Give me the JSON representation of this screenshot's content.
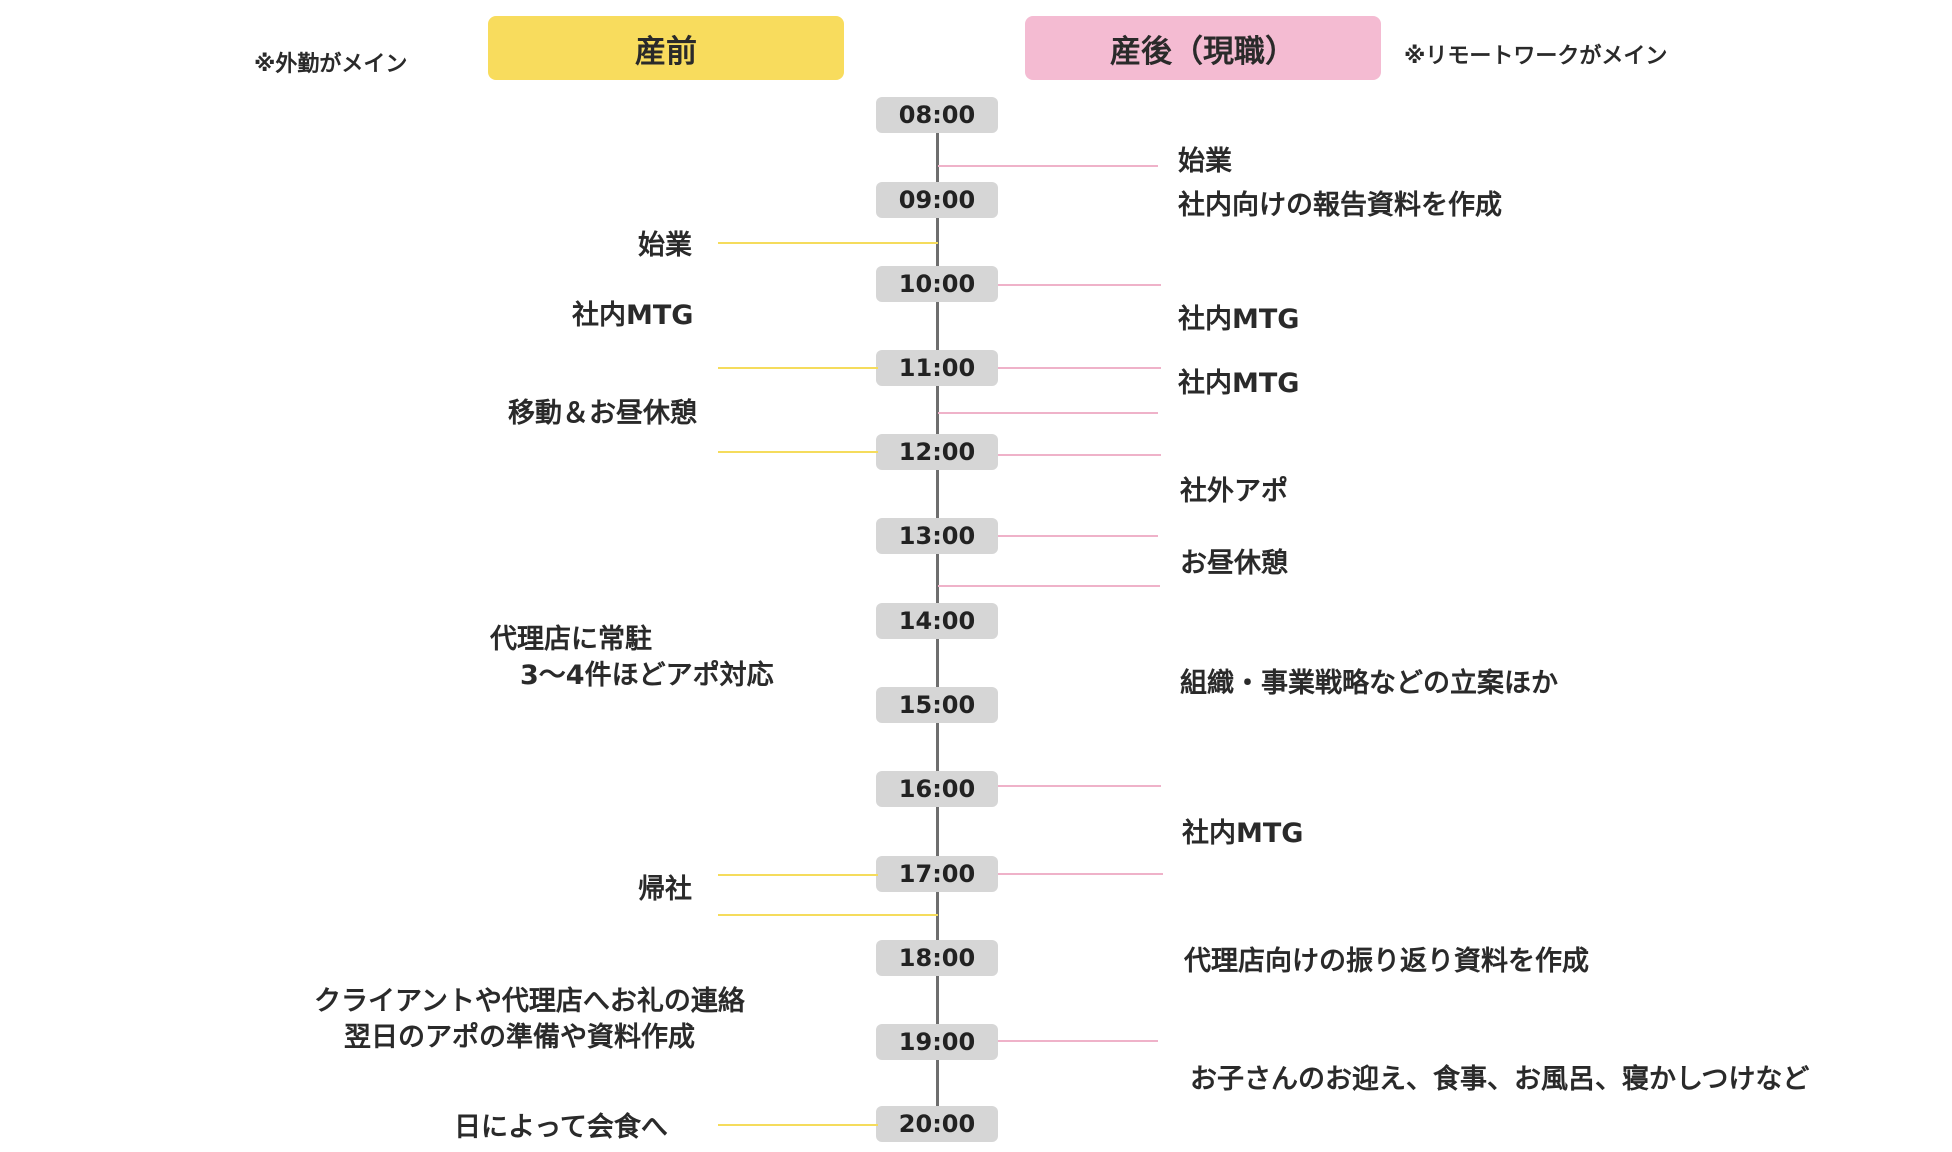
{
  "colors": {
    "before_header": "#f8dc5d",
    "after_header": "#f4bbd2",
    "before_line": "#f5dc5c",
    "after_line": "#efb2c9"
  },
  "header": {
    "before_title": "産前",
    "after_title": "産後（現職）",
    "before_note": "※外勤がメイン",
    "after_note": "※リモートワークがメイン"
  },
  "times": [
    "08:00",
    "09:00",
    "10:00",
    "11:00",
    "12:00",
    "13:00",
    "14:00",
    "15:00",
    "16:00",
    "17:00",
    "18:00",
    "19:00",
    "20:00"
  ],
  "before": {
    "start": "始業",
    "mtg": "社内MTG",
    "lunch": "移動＆お昼休憩",
    "agency_1": "代理店に常駐",
    "agency_2": "3〜4件ほどアポ対応",
    "return": "帰社",
    "contact_1": "クライアントや代理店へお礼の連絡",
    "contact_2": "翌日のアポの準備や資料作成",
    "dinner": "日によって会食へ"
  },
  "after": {
    "start": "始業",
    "report": "社内向けの報告資料を作成",
    "mtg1": "社内MTG",
    "mtg2": "社内MTG",
    "external": "社外アポ",
    "lunch": "お昼休憩",
    "strategy": "組織・事業戦略などの立案ほか",
    "mtg3": "社内MTG",
    "review": "代理店向けの振り返り資料を作成",
    "family": "お子さんのお迎え、食事、お風呂、寝かしつけなど"
  }
}
